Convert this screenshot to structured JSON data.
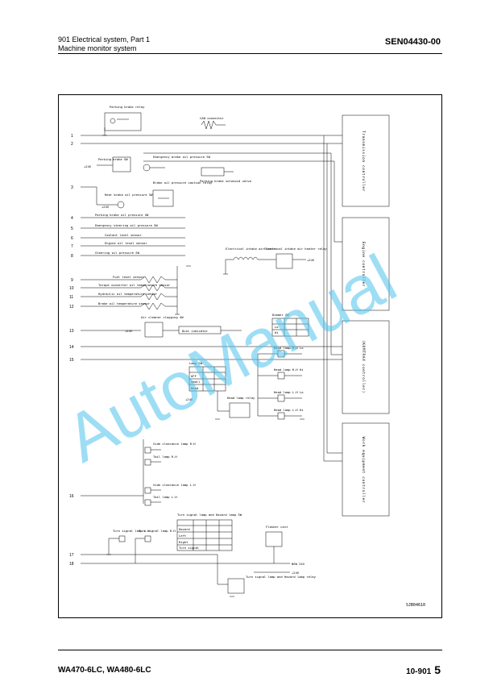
{
  "header": {
    "section_title": "901 Electrical system, Part 1",
    "subsection_title": "Machine monitor system",
    "doc_number": "SEN04430-00"
  },
  "footer": {
    "models": "WA470-6LC, WA480-6LC",
    "page_ref": "10-901",
    "page_number": "5"
  },
  "watermark": "AutoManual",
  "diagram": {
    "code": "SJB04610",
    "controllers": [
      "Transmission controller",
      "Engine controller",
      "(KOMTRAX controller)",
      "Work equipment controller"
    ],
    "line_numbers": [
      "1",
      "2",
      "3",
      "4",
      "5",
      "6",
      "7",
      "8",
      "9",
      "10",
      "11",
      "12",
      "13",
      "14",
      "15",
      "16",
      "17",
      "18"
    ],
    "voltage_labels": [
      "+24V",
      "+24V",
      "+24V",
      "+24V",
      "+24V",
      "NSW 24V",
      "+24V"
    ],
    "components": [
      "Parking brake relay",
      "Parking brake SW",
      "Emergency brake oil pressure SW",
      "Brake oil pressure caution relay",
      "Parking brake solenoid valve",
      "CAN connector",
      "Rear brake oil pressure SW",
      "Parking brake oil pressure SW",
      "Emergency steering oil pressure SW",
      "Coolant level sensor",
      "Engine oil level sensor",
      "Steering oil pressure SW",
      "Fuel level sensor",
      "Torque converter oil temperature sensor",
      "Hydraulic oil temperature sensor",
      "Brake oil temperature sensor",
      "Electrical intake air heater",
      "Electrical intake air heater relay",
      "Air cleaner clogging SW",
      "Dust indicator",
      "Dimmer SW",
      "Lamp SW",
      "Head lamp relay",
      "Head lamp R.H Lo",
      "Head lamp R.H Hi",
      "Head lamp L.H Lo",
      "Head lamp L.H Hi",
      "Side clearance lamp R.H",
      "Tail lamp R.H",
      "Side clearance lamp L.H",
      "Tail lamp L.H",
      "Turn signal lamp L.H",
      "Turn signal lamp R.H",
      "Turn signal lamp and Hazard lamp SW",
      "Flasher unit",
      "Turn signal lamp and Hazard lamp relay"
    ],
    "switch_positions": {
      "dimmer": [
        "Lo",
        "Hi"
      ],
      "lamp": [
        "OFF",
        "Small",
        "Head"
      ],
      "turn_hazard": [
        "Hazard",
        "Left",
        "Right",
        "Turn signal"
      ]
    }
  }
}
